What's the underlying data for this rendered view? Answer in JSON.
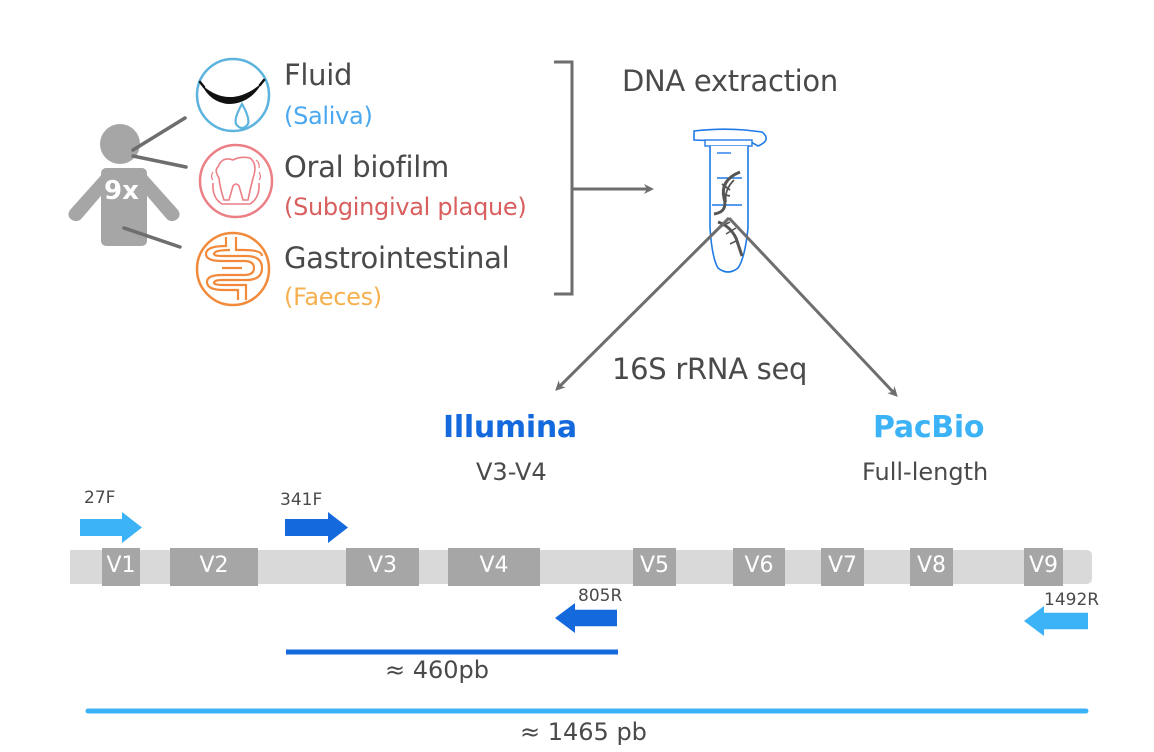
{
  "samples": {
    "participant_count": "9x",
    "items": [
      {
        "name": "Fluid",
        "detail": "(Saliva)",
        "icon": "saliva-mouth-icon",
        "color": "#5bb3de",
        "detail_color": "#4aa8f0"
      },
      {
        "name": "Oral biofilm",
        "detail": "(Subgingival plaque)",
        "icon": "tooth-icon",
        "color": "#ec7f86",
        "detail_color": "#d95f5f"
      },
      {
        "name": "Gastrointestinal",
        "detail": "(Faeces)",
        "icon": "intestine-icon",
        "color": "#f28a3c",
        "detail_color": "#f7b04e"
      }
    ]
  },
  "extraction": {
    "title": "DNA extraction",
    "icon": "dna-tube-icon"
  },
  "sequencing": {
    "title": "16S rRNA seq",
    "platforms": [
      {
        "name": "Illumina",
        "region": "V3-V4",
        "color": "#1469dd"
      },
      {
        "name": "PacBio",
        "region": "Full-length",
        "color": "#3db3f7"
      }
    ]
  },
  "gene": {
    "regions": [
      "V1",
      "V2",
      "V3",
      "V4",
      "V5",
      "V6",
      "V7",
      "V8",
      "V9"
    ],
    "primers": [
      {
        "name": "27F",
        "direction": "forward",
        "platform": "PacBio"
      },
      {
        "name": "341F",
        "direction": "forward",
        "platform": "Illumina"
      },
      {
        "name": "805R",
        "direction": "reverse",
        "platform": "Illumina"
      },
      {
        "name": "1492R",
        "direction": "reverse",
        "platform": "PacBio"
      }
    ],
    "amplicons": [
      {
        "label": "≈ 460pb",
        "platform": "Illumina"
      },
      {
        "label": "≈ 1465 pb",
        "platform": "PacBio"
      }
    ]
  },
  "colors": {
    "gray_line": "#6e6e6e",
    "person": "#a6a6a6",
    "bar_light": "#d9d9d9",
    "bar_region": "#a6a6a6",
    "illumina": "#1469dd",
    "pacbio": "#3db3f7",
    "tube": "#1f7ae6"
  }
}
